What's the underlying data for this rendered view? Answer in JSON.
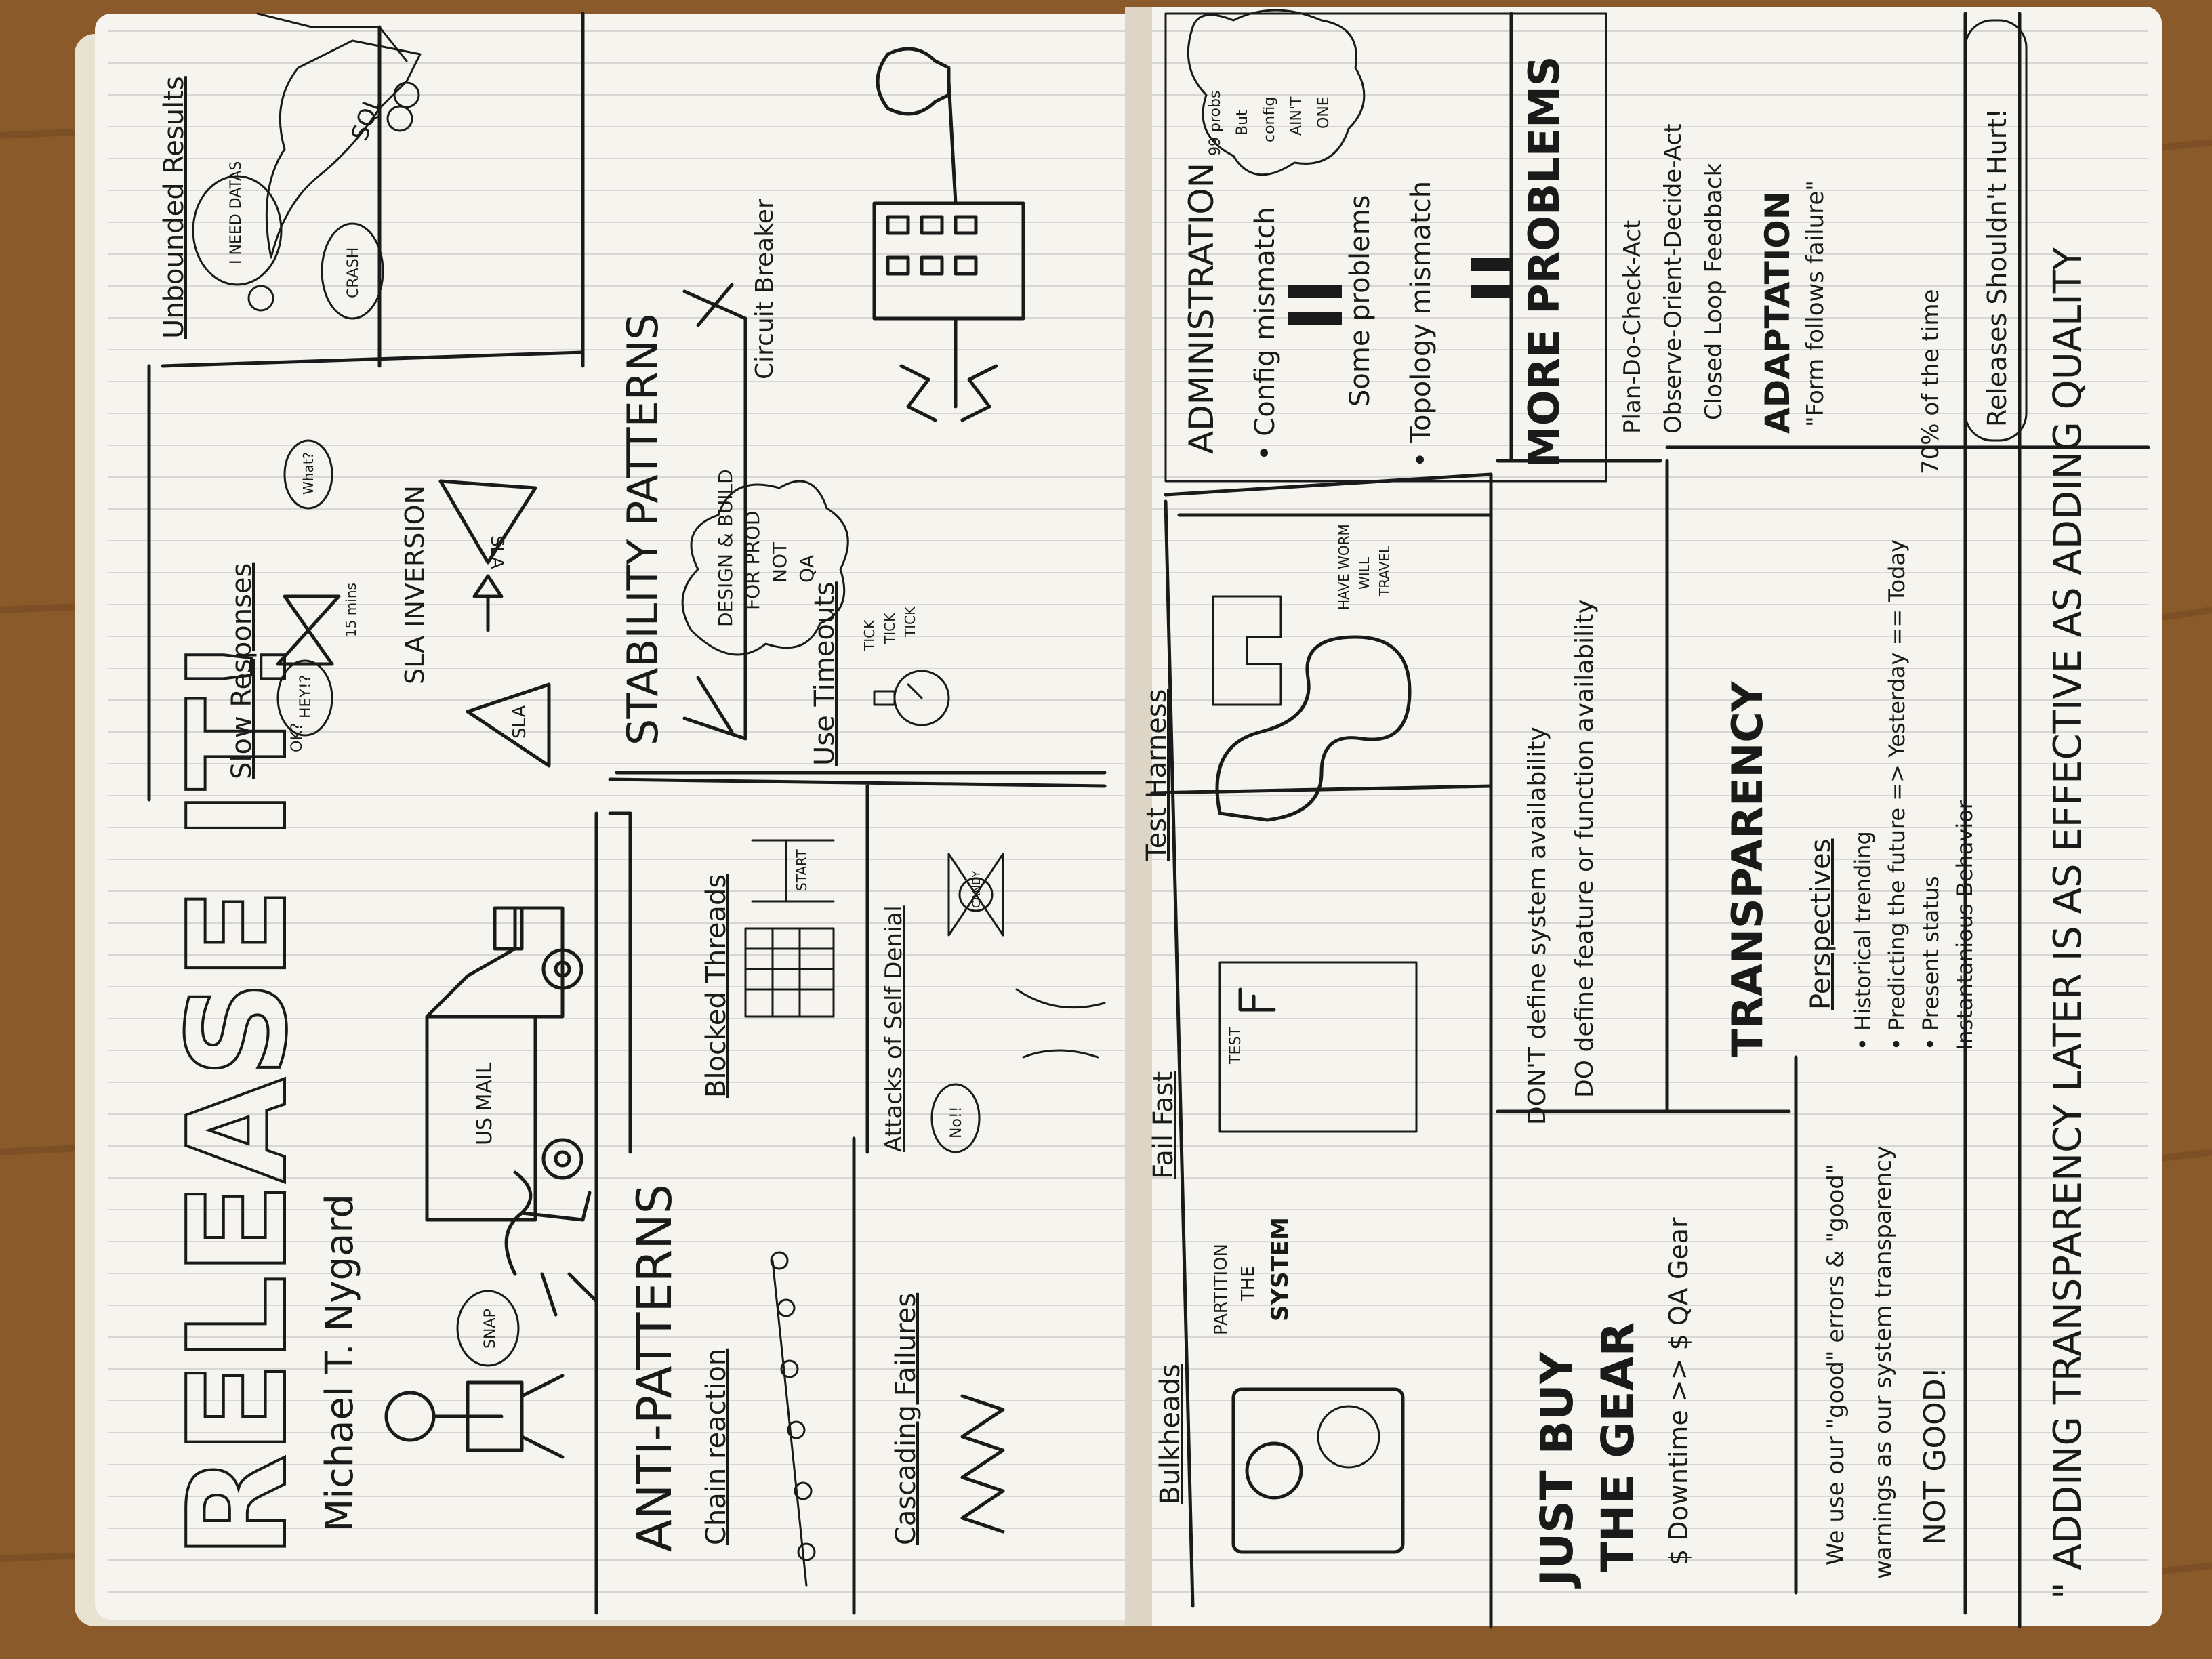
{
  "photo": {
    "subject": "open-notebook-sketchnote",
    "colors": {
      "table": "#8a5a2b",
      "paper": "#f6f4ee",
      "ink": "#1a1a1a",
      "rule": "#c9c9c9"
    }
  },
  "left_page": {
    "title": "RELEASE IT!",
    "author": "Michael T. Nygard",
    "drawing_labels": {
      "snap": "SNAP",
      "mail_truck": "US MAIL",
      "sla_top": "SLA",
      "sla_bottom": "SLA",
      "ok": "OK?",
      "hey": "HEY!?",
      "what": "What?",
      "minutes": "15 mins"
    },
    "sections": {
      "unbounded_results": "Unbounded Results",
      "need_datas": "I NEED DATAS",
      "crash": "CRASH",
      "sql": "SQL",
      "slow_responses": "Slow Responses",
      "sla_inversion": "SLA INVERSION",
      "anti_patterns": "ANTI-PATTERNS",
      "chain_reaction": "Chain reaction",
      "cascading_failures": "Cascading Failures",
      "blocked_threads": "Blocked Threads",
      "start": "START",
      "attacks_self_denial": "Attacks of Self Denial",
      "candy": "CANDY",
      "no": "No!!",
      "stability_patterns": "STABILITY PATTERNS",
      "design_build": [
        "DESIGN & BUILD",
        "FOR PROD",
        "NOT",
        "QA"
      ],
      "use_timeouts": "Use Timeouts",
      "tick": [
        "TICK",
        "TICK",
        "TICK"
      ],
      "circuit_breaker": "Circuit Breaker"
    }
  },
  "right_page": {
    "sections": {
      "administration": "ADMINISTRATION",
      "probs": [
        "99 probs",
        "But",
        "config",
        "AIN'T",
        "ONE"
      ],
      "config_mismatch": "• Config mismatch",
      "some_problems": "Some problems",
      "topology_mismatch": "• Topology mismatch",
      "more_problems": "MORE PROBLEMS",
      "plan_do": "Plan-Do-Check-Act",
      "ooda": "Observe-Orient-Decide-Act",
      "closed_loop": "Closed Loop Feedback",
      "adaptation": "ADAPTATION",
      "form_follows": "\"Form follows failure\"",
      "seventy": "70% of the time",
      "releases": "Releases Shouldn't Hurt!",
      "test_harness": "Test Harness",
      "have_worm": [
        "HAVE WORM",
        "WILL",
        "TRAVEL"
      ],
      "fail_fast": "Fail Fast",
      "test": "TEST",
      "bulkheads": "Bulkheads",
      "partition": [
        "PARTITION",
        "THE",
        "SYSTEM"
      ],
      "dont": "DON'T define system availability",
      "do": "DO define feature or function availability",
      "transparency": "TRANSPARENCY",
      "perspectives": "Perspectives",
      "historical": "• Historical trending",
      "predicting": "• Predicting the future => Yesterday == Today",
      "present": "• Present status",
      "instantaneous": "Instantanious Behavior",
      "just_buy": "JUST BUY",
      "the_gear": "THE GEAR",
      "downtime": "$ Downtime >> $ QA Gear",
      "we_use": "We use our \"good\" errors & \"good\"",
      "warnings": "warnings as our system transparency",
      "not_good": "NOT GOOD!",
      "adding": "\" ADDING TRANSPARENCY LATER IS AS EFFECTIVE AS ADDING QUALITY"
    }
  }
}
